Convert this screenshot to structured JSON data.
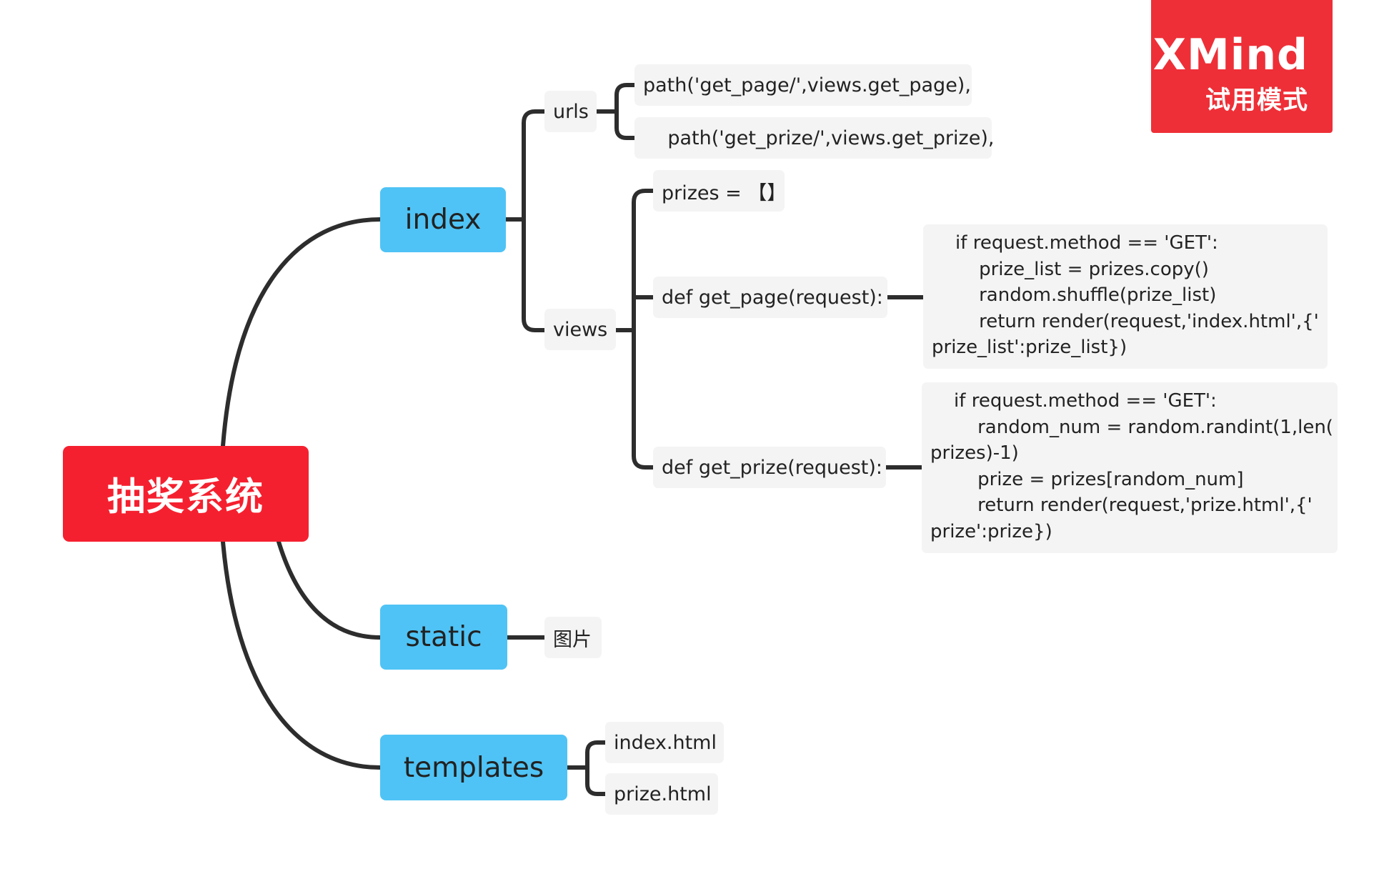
{
  "root": {
    "label": "抽奖系统"
  },
  "branches": {
    "index": {
      "label": "index",
      "urls": {
        "label": "urls",
        "items": [
          "path('get_page/',views.get_page),",
          "    path('get_prize/',views.get_prize),"
        ]
      },
      "views": {
        "label": "views",
        "prizes": "prizes = 【】",
        "get_page": {
          "label": "def get_page(request):",
          "code": "    if request.method == 'GET':\n        prize_list = prizes.copy()\n        random.shuffle(prize_list)\n        return render(request,'index.html',{'\nprize_list':prize_list})"
        },
        "get_prize": {
          "label": "def get_prize(request):",
          "code": "    if request.method == 'GET':\n        random_num = random.randint(1,len(\nprizes)-1)\n        prize = prizes[random_num]\n        return render(request,'prize.html',{'\nprize':prize})"
        }
      }
    },
    "static": {
      "label": "static",
      "items": [
        "图片"
      ]
    },
    "templates": {
      "label": "templates",
      "items": [
        "index.html",
        "prize.html"
      ]
    }
  },
  "watermark": {
    "brand": "XMind",
    "mode": "试用模式"
  },
  "colors": {
    "root": "#f5202f",
    "main_topic": "#4fc3f5",
    "subtopic": "#f4f4f4",
    "connector": "#2d2d2d",
    "watermark": "#ee2f37"
  }
}
